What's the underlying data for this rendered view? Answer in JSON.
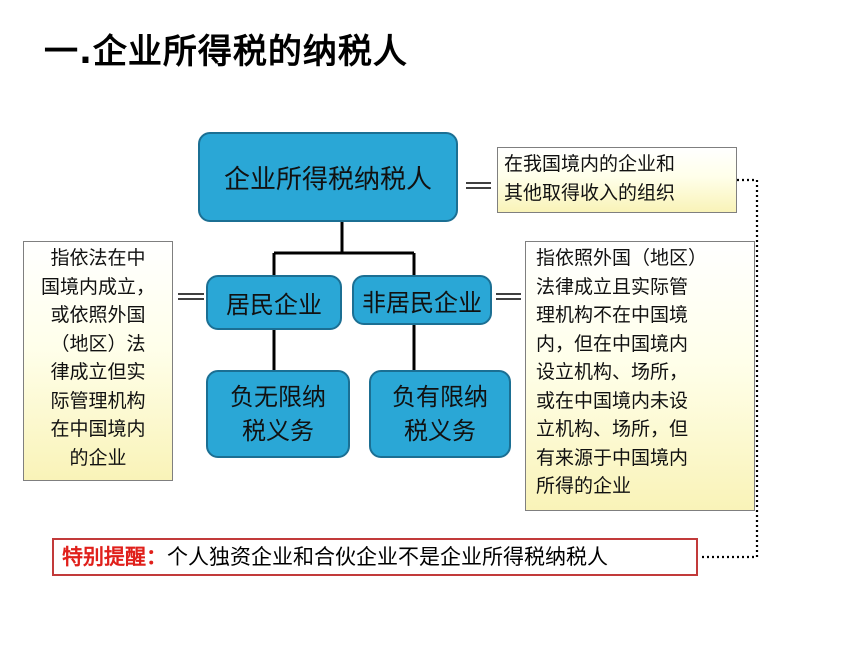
{
  "title": "一.企业所得税的纳税人",
  "nodes": {
    "root": "企业所得税纳税人",
    "resident": "居民企业",
    "nonresident": "非居民企业",
    "unlimited_line1": "负无限纳",
    "unlimited_line2": "税义务",
    "limited_line1": "负有限纳",
    "limited_line2": "税义务"
  },
  "notes": {
    "root_def": [
      "在我国境内的企业和",
      "其他取得收入的组织"
    ],
    "resident_def": [
      "指依法在中",
      "国境内成立，",
      "或依照外国",
      "（地区）法",
      "律成立但实",
      "际管理机构",
      "在中国境内",
      "的企业"
    ],
    "nonresident_def": [
      "指依照外国（地区）",
      "法律成立且实际管",
      "理机构不在中国境",
      "内，但在中国境内",
      "设立机构、场所，",
      "或在中国境内未设",
      "立机构、场所，但",
      "有来源于中国境内",
      "所得的企业"
    ]
  },
  "reminder": {
    "label": "特别提醒：",
    "text": "个人独资企业和合伙企业不是企业所得税纳税人"
  },
  "colors": {
    "node_fill": "#2aa7d6",
    "note_fill": "#f9f3b8",
    "reminder_label": "#e0201b",
    "reminder_border": "#c23a3a"
  }
}
